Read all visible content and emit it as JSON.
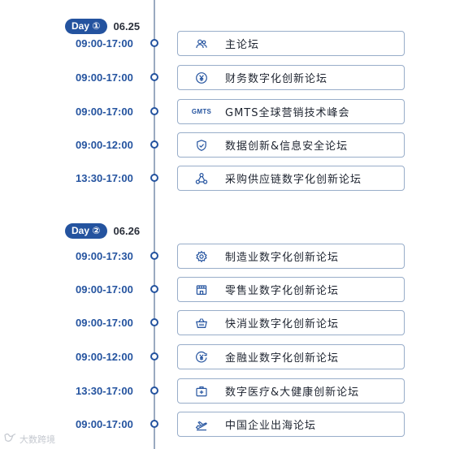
{
  "colors": {
    "accent": "#24539f",
    "card_border": "#98adc9",
    "timeline": "#9aa9c0",
    "text": "#1e2430"
  },
  "days": [
    {
      "label": "Day ①",
      "date": "06.25",
      "sessions": [
        {
          "time": "09:00-17:00",
          "title": "主论坛",
          "icon": "people-icon"
        },
        {
          "time": "09:00-17:00",
          "title": "财务数字化创新论坛",
          "icon": "yen-icon"
        },
        {
          "time": "09:00-17:00",
          "title": "GMTS全球营销技术峰会",
          "icon": "gmts-logo",
          "icon_text": "GMTS"
        },
        {
          "time": "09:00-12:00",
          "title": "数据创新&信息安全论坛",
          "icon": "shield-icon"
        },
        {
          "time": "13:30-17:00",
          "title": "采购供应链数字化创新论坛",
          "icon": "network-icon"
        }
      ]
    },
    {
      "label": "Day ②",
      "date": "06.26",
      "sessions": [
        {
          "time": "09:00-17:30",
          "title": "制造业数字化创新论坛",
          "icon": "gear-icon"
        },
        {
          "time": "09:00-17:00",
          "title": "零售业数字化创新论坛",
          "icon": "store-icon"
        },
        {
          "time": "09:00-17:00",
          "title": "快消业数字化创新论坛",
          "icon": "basket-icon"
        },
        {
          "time": "09:00-12:00",
          "title": "金融业数字化创新论坛",
          "icon": "coin-icon"
        },
        {
          "time": "13:30-17:00",
          "title": "数字医疗&大健康创新论坛",
          "icon": "medical-kit-icon"
        },
        {
          "time": "09:00-17:00",
          "title": "中国企业出海论坛",
          "icon": "airplane-icon"
        }
      ]
    }
  ],
  "watermark": {
    "text": "大数跨境",
    "icon": "bird-logo-icon"
  }
}
